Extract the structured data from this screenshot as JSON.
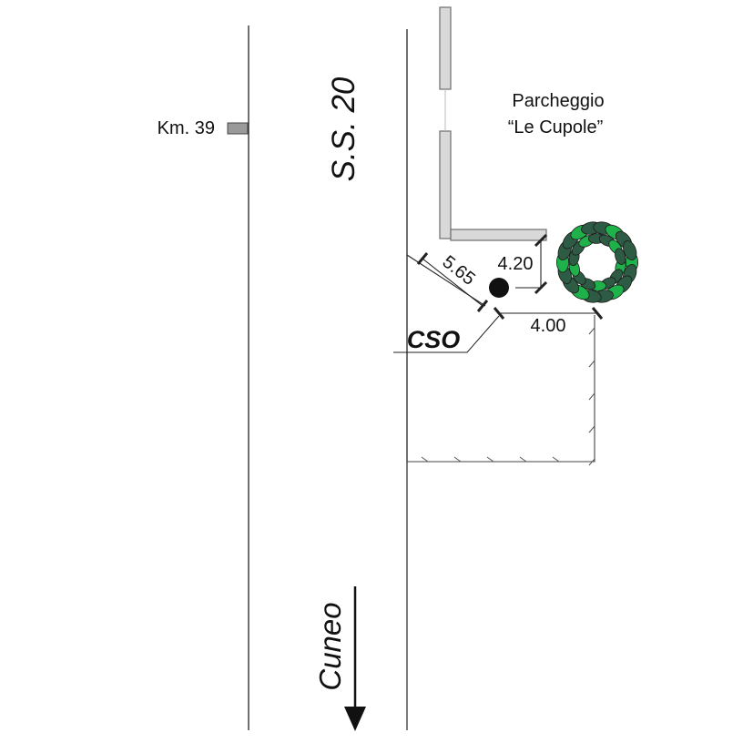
{
  "labels": {
    "km_marker": "Km. 39",
    "road_name": "S.S. 20",
    "parking_line1": "Parcheggio",
    "parking_line2": "“Le Cupole”",
    "direction": "Cuneo",
    "point_label": "CSO"
  },
  "dimensions": {
    "diagonal": "5.65",
    "vertical": "4.20",
    "horizontal": "4.00"
  },
  "colors": {
    "line": "#222222",
    "wall_fill": "#d9d9d9",
    "wall_stroke": "#6e6e6e",
    "marker_fill": "#9a9a9a",
    "tree_dark": "#2e5b44",
    "tree_light": "#1fb24a",
    "point": "#111111"
  },
  "icons": {
    "tree": "tree-icon",
    "point": "cso-point-icon",
    "arrow": "arrow-down-icon"
  }
}
